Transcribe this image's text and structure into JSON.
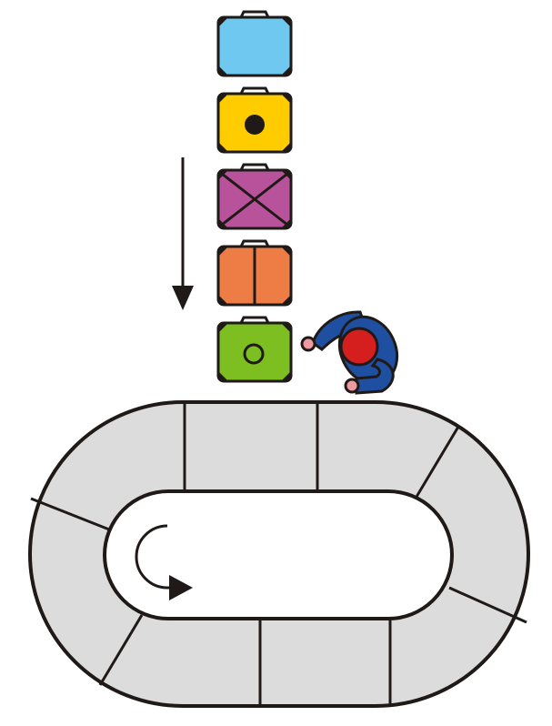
{
  "colors": {
    "background": "#ffffff",
    "outline": "#1f1a17",
    "belt": "#dcdcdc",
    "arrow": "#1f1a17",
    "person_shirt": "#1f4fa0",
    "person_head": "#d51f1f",
    "person_hand": "#ef9aa0"
  },
  "suitcases": [
    {
      "name": "suitcase-blue",
      "color": "#6ec8ef",
      "marking": "none"
    },
    {
      "name": "suitcase-yellow",
      "color": "#ffcc00",
      "marking": "dot"
    },
    {
      "name": "suitcase-purple",
      "color": "#b8529a",
      "marking": "cross"
    },
    {
      "name": "suitcase-orange",
      "color": "#ee7d45",
      "marking": "stripe"
    },
    {
      "name": "suitcase-green",
      "color": "#7dbe20",
      "marking": "ring"
    }
  ],
  "icons": {
    "flow_arrow": "down-arrow-icon",
    "rotation_arrow": "clockwise-arrow-icon",
    "person": "person-topview-icon"
  }
}
